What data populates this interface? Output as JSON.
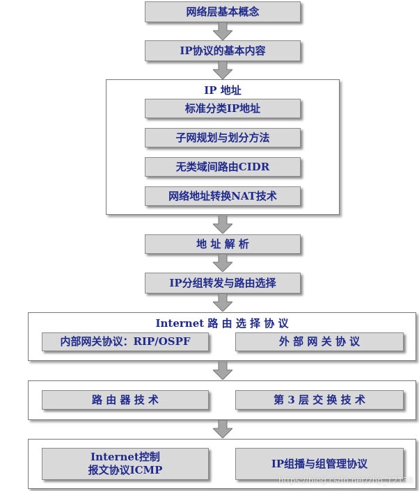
{
  "nodes": {
    "network_layer": "网络层基本概念",
    "ip_protocol": "IP协议的基本内容",
    "ip_address_group": {
      "title": "IP 地址",
      "items": [
        "标准分类IP地址",
        "子网规划与划分方法",
        "无类域间路由CIDR",
        "网络地址转换NAT技术"
      ]
    },
    "address_resolution": "地 址 解 析",
    "ip_forwarding": "IP分组转发与路由选择",
    "routing_protocols": {
      "title": "Internet 路 由 选 择 协 议",
      "interior": "内部网关协议：RIP/OSPF",
      "exterior": "外 部 网 关 协 议"
    },
    "router_group": {
      "router_tech": "路 由 器 技 术",
      "layer3_switch": "第 3 层 交 换 技 术"
    },
    "bottom_group": {
      "icmp": "Internet控制\n报文协议ICMP",
      "multicast": "IP组播与组管理协议"
    }
  },
  "watermark": "https://blog.csdn.net/zhp_12138",
  "colors": {
    "text": "#1f2a8c",
    "box": "#d9d9d9",
    "arrow": "#a6a6a6"
  }
}
